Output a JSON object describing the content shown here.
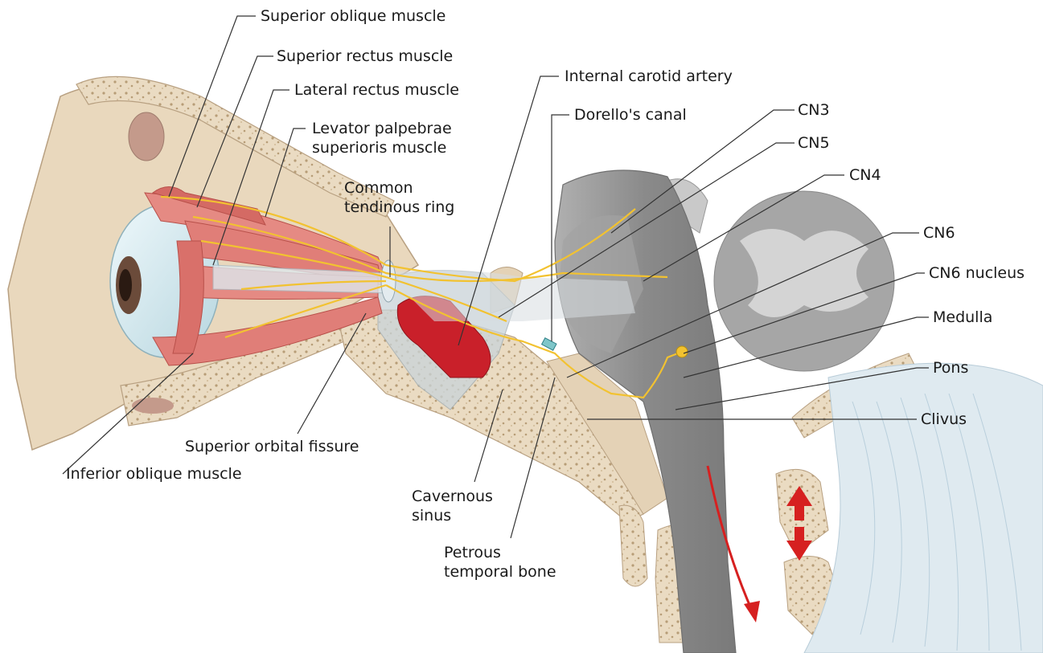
{
  "labels": {
    "superior_oblique": "Superior oblique muscle",
    "superior_rectus": "Superior rectus muscle",
    "lateral_rectus": "Lateral rectus muscle",
    "levator": "Levator palpebrae\nsuperioris muscle",
    "common_ring": "Common\ntendinous ring",
    "internal_carotid": "Internal carotid artery",
    "dorello": "Dorello's canal",
    "cn3": "CN3",
    "cn5": "CN5",
    "cn4": "CN4",
    "cn6": "CN6",
    "cn6_nucleus": "CN6 nucleus",
    "medulla": "Medulla",
    "pons": "Pons",
    "clivus": "Clivus",
    "superior_orbital_fissure": "Superior orbital fissure",
    "inferior_oblique": "Inferior oblique muscle",
    "cavernous_sinus": "Cavernous\nsinus",
    "petrous_temporal": "Petrous\ntemporal bone"
  },
  "colors": {
    "bone": "#ecdcc4",
    "bone_edge": "#b9a48a",
    "cancellous": "#d8c2a0",
    "muscle": "#e07e78",
    "muscle_dark": "#c9524c",
    "nerve": "#f2c230",
    "brainstem": "#8e8e8e",
    "cerebellum": "#a9a9a9",
    "artery": "#c8202a",
    "ligament": "#cfe0ea",
    "eyeball": "#dbeef3",
    "arrow": "#d62020"
  }
}
